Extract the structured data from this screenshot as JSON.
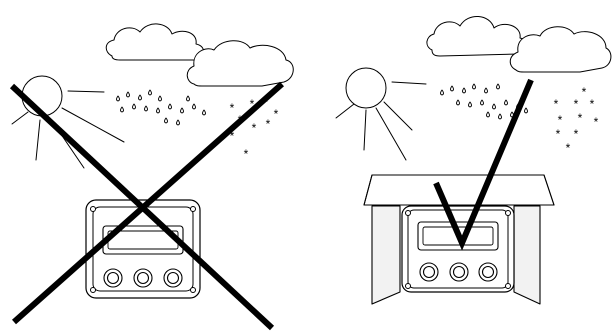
{
  "figure": {
    "panels": [
      {
        "key": "left",
        "verdict": "incorrect",
        "verdict_icon": "cross-mark-icon",
        "scene": [
          "sun-icon",
          "rain-cloud-icon",
          "snow-cloud-icon",
          "control-unit-icon"
        ],
        "unit_sheltered": false
      },
      {
        "key": "right",
        "verdict": "correct",
        "verdict_icon": "check-mark-icon",
        "scene": [
          "sun-icon",
          "rain-cloud-icon",
          "snow-cloud-icon",
          "control-unit-icon",
          "shelter-cover-icon"
        ],
        "unit_sheltered": true
      }
    ],
    "colors": {
      "ink": "#000000",
      "background": "#ffffff",
      "cover_fill": "#f2f2f2"
    }
  }
}
